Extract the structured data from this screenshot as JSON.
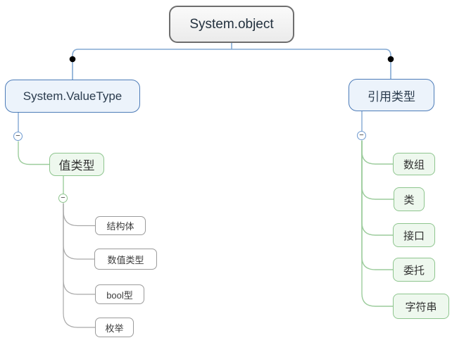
{
  "diagram": {
    "title_node": {
      "label": "System.object"
    },
    "value_branch": {
      "parent_label": "System.ValueType",
      "child_label": "值类型",
      "leaves": [
        "结构体",
        "数值类型",
        "bool型",
        "枚举"
      ]
    },
    "reference_branch": {
      "parent_label": "引用类型",
      "leaves": [
        "数组",
        "类",
        "接口",
        "委托",
        "字符串"
      ]
    },
    "collapse_glyph": "−",
    "colors": {
      "blue_line": "#82a8d2",
      "blue_node_border": "#4d7cb8",
      "blue_node_fill": "#ecf3fb",
      "green_line": "#9ccc9c",
      "green_node_border": "#8ec58e",
      "green_node_fill": "#eef8ee",
      "gray_line": "#a9a9a9",
      "white_node_border": "#9b9b9b",
      "root_border": "#6e6e6e",
      "root_fill": "#f2f2f2",
      "dot": "#000000"
    }
  }
}
